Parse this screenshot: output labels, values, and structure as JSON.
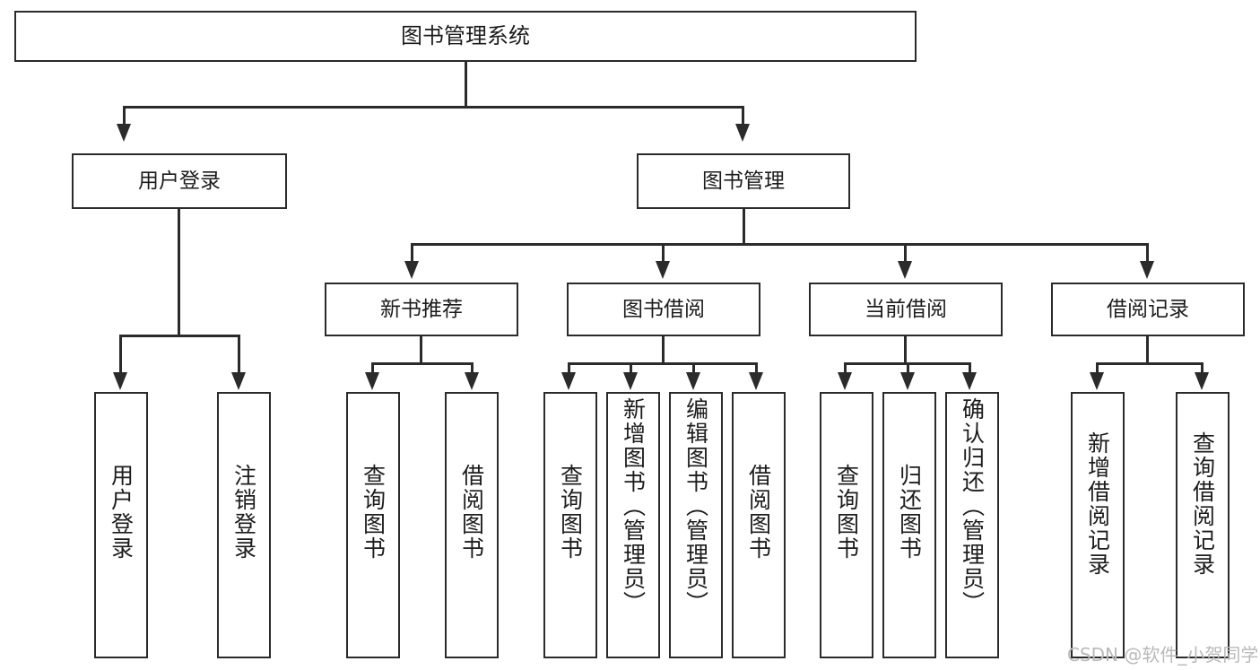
{
  "diagram": {
    "title": "图书管理系统",
    "type": "tree-hierarchy-diagram",
    "colors": {
      "stroke": "#2b2b2b",
      "fill": "#ffffff",
      "text": "#1c1c1c",
      "watermark": "#b9b9b9"
    },
    "levels": {
      "root": {
        "label": "图书管理系统"
      },
      "level2": [
        {
          "label": "用户登录"
        },
        {
          "label": "图书管理"
        }
      ],
      "level3": [
        {
          "label": "新书推荐"
        },
        {
          "label": "图书借阅"
        },
        {
          "label": "当前借阅"
        },
        {
          "label": "借阅记录"
        }
      ],
      "leaves": {
        "user_login": [
          {
            "label": "用户登录"
          },
          {
            "label": "注销登录"
          }
        ],
        "new_book_recommend": [
          {
            "label": "查询图书"
          },
          {
            "label": "借阅图书"
          }
        ],
        "book_borrow": [
          {
            "label": "查询图书"
          },
          {
            "label": "新增图书（管理员）"
          },
          {
            "label": "编辑图书（管理员）"
          },
          {
            "label": "借阅图书"
          }
        ],
        "current_borrow": [
          {
            "label": "查询图书"
          },
          {
            "label": "归还图书"
          },
          {
            "label": "确认归还（管理员）"
          }
        ],
        "borrow_record": [
          {
            "label": "新增借阅记录"
          },
          {
            "label": "查询借阅记录"
          }
        ]
      }
    },
    "watermark": "CSDN @软件_小贺同学"
  }
}
